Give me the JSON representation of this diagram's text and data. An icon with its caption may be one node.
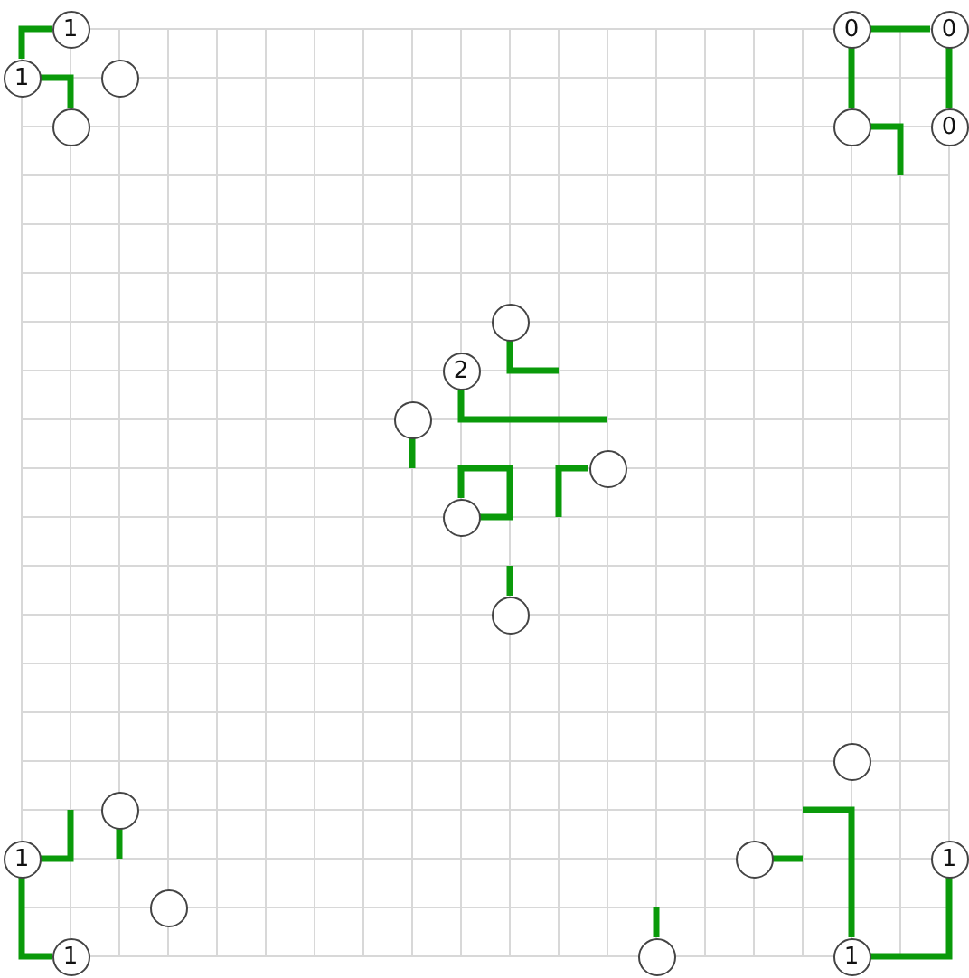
{
  "diagram": {
    "nodes": [
      {
        "text": [
          "1"
        ]
      },
      {
        "text": [
          "0"
        ]
      },
      {
        "text": [
          "0"
        ]
      },
      {
        "text": [
          "1"
        ]
      },
      {
        "text": [],
        "shape": "circle"
      },
      {
        "text": [],
        "shape": "circle"
      },
      {
        "text": [],
        "shape": "circle"
      },
      {
        "text": [
          "0"
        ]
      },
      {
        "text": [],
        "shape": "circle"
      },
      {
        "text": [
          "2"
        ]
      },
      {
        "text": [],
        "shape": "circle"
      },
      {
        "text": [],
        "shape": "circle"
      },
      {
        "text": [],
        "shape": "circle"
      },
      {
        "text": [],
        "shape": "circle"
      },
      {
        "text": [],
        "shape": "circle"
      },
      {
        "text": [],
        "shape": "circle"
      },
      {
        "text": [
          "1"
        ]
      },
      {
        "text": [],
        "shape": "circle"
      },
      {
        "text": [
          "1"
        ]
      },
      {
        "text": [],
        "shape": "circle"
      },
      {
        "text": [
          "1"
        ]
      },
      {
        "text": [],
        "shape": "circle"
      },
      {
        "text": [
          "1"
        ]
      }
    ],
    "edges": [
      {
        "from": 0,
        "to": 3,
        "arrow": "none"
      },
      {
        "from": 3,
        "to": 5,
        "arrow": "none"
      },
      {
        "from": 1,
        "to": 2,
        "arrow": "none"
      },
      {
        "from": 1,
        "to": 6,
        "arrow": "none"
      },
      {
        "from": 2,
        "to": 7,
        "arrow": "none"
      },
      {
        "from": 6,
        "to": null,
        "arrow": "none"
      },
      {
        "from": 8,
        "to": null,
        "arrow": "none"
      },
      {
        "from": 9,
        "to": null,
        "arrow": "none"
      },
      {
        "from": 10,
        "to": null,
        "arrow": "none"
      },
      {
        "from": 11,
        "to": null,
        "arrow": "none"
      },
      {
        "from": 12,
        "to": 12,
        "arrow": "none"
      },
      {
        "from": 13,
        "to": null,
        "arrow": "none"
      },
      {
        "from": 16,
        "to": null,
        "arrow": "none"
      },
      {
        "from": 15,
        "to": null,
        "arrow": "none"
      },
      {
        "from": 16,
        "to": 20,
        "arrow": "none"
      },
      {
        "from": 17,
        "to": null,
        "arrow": "none"
      },
      {
        "from": 21,
        "to": null,
        "arrow": "none"
      },
      {
        "from": null,
        "to": 22,
        "arrow": "none"
      },
      {
        "from": 22,
        "to": 18,
        "arrow": "none"
      }
    ]
  }
}
